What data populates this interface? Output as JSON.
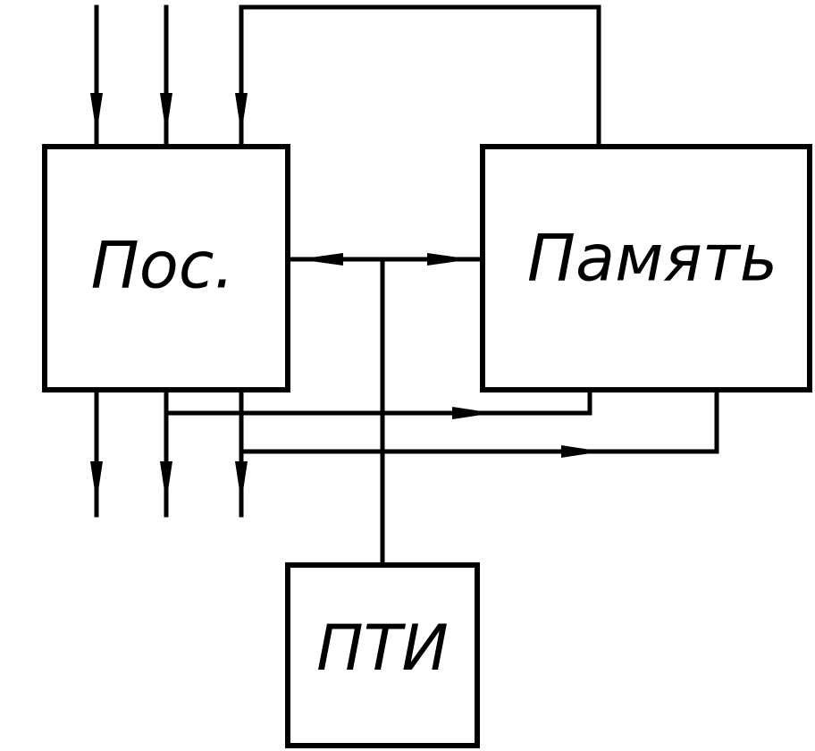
{
  "diagram": {
    "blocks": {
      "pos": {
        "label": "Пос."
      },
      "memory": {
        "label": "Память"
      },
      "pti": {
        "label": "ПТИ"
      }
    }
  }
}
